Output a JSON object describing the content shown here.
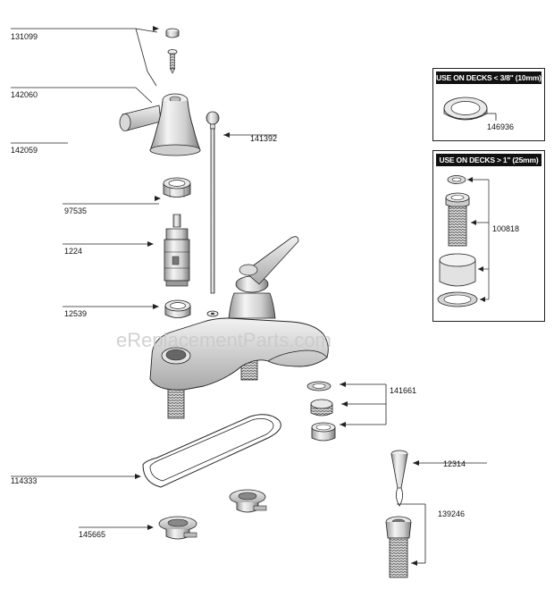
{
  "part_labels": {
    "p131099": "131099",
    "p142060": "142060",
    "p142059": "142059",
    "p97535": "97535",
    "p1224": "1224",
    "p12539": "12539",
    "p114333": "114333",
    "p145665": "145665",
    "p141392": "141392",
    "p141661": "141661",
    "p12314": "12314",
    "p139246": "139246",
    "p146936": "146936",
    "p100818": "100818"
  },
  "insets": {
    "small_deck": {
      "title": "USE ON DECKS < 3/8\" (10mm)"
    },
    "large_deck": {
      "title": "USE ON DECKS > 1\" (25mm)"
    }
  },
  "watermark": "eReplacementParts.com",
  "colors": {
    "line": "#222222",
    "metal_light": "#ececec",
    "metal_dark": "#8a8a8a",
    "inset_header": "#111111"
  }
}
